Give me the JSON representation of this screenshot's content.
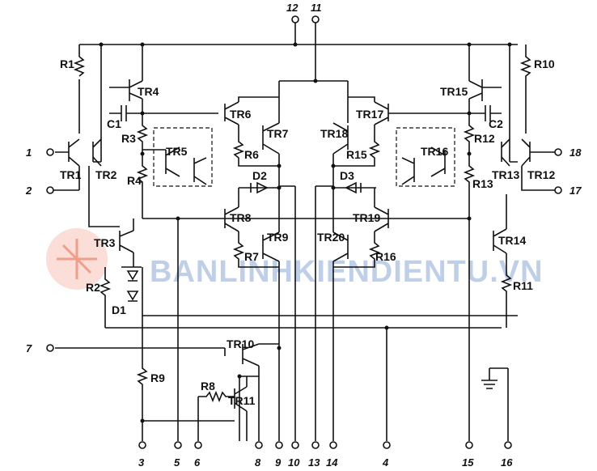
{
  "diagram": {
    "watermark": "BANLINHKIENDIENTU.VN",
    "pins": {
      "p1": "1",
      "p2": "2",
      "p7": "7",
      "p18": "18",
      "p17": "17",
      "p12": "12",
      "p11": "11",
      "p3": "3",
      "p5": "5",
      "p6": "6",
      "p8": "8",
      "p9": "9",
      "p10": "10",
      "p13": "13",
      "p14": "14",
      "p4": "4",
      "p15": "15",
      "p16": "16"
    },
    "transistors": {
      "tr1": "TR1",
      "tr2": "TR2",
      "tr3": "TR3",
      "tr4": "TR4",
      "tr5": "TR5",
      "tr6": "TR6",
      "tr7": "TR7",
      "tr8": "TR8",
      "tr9": "TR9",
      "tr10": "TR10",
      "tr11": "TR11",
      "tr12": "TR12",
      "tr13": "TR13",
      "tr14": "TR14",
      "tr15": "TR15",
      "tr16": "TR16",
      "tr17": "TR17",
      "tr18": "TR18",
      "tr19": "TR19",
      "tr20": "TR20"
    },
    "resistors": {
      "r1": "R1",
      "r2": "R2",
      "r3": "R3",
      "r4": "R4",
      "r6": "R6",
      "r7": "R7",
      "r8": "R8",
      "r9": "R9",
      "r10": "R10",
      "r11": "R11",
      "r12": "R12",
      "r13": "R13",
      "r15": "R15",
      "r16": "R16"
    },
    "capacitors": {
      "c1": "C1",
      "c2": "C2"
    },
    "diodes": {
      "d1": "D1",
      "d2": "D2",
      "d3": "D3"
    }
  }
}
